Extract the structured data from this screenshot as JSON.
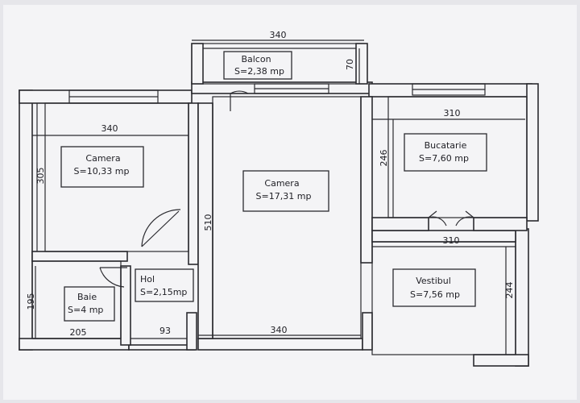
{
  "rooms": {
    "balcon": {
      "name": "Balcon",
      "area": "S=2,38 mp"
    },
    "camera1": {
      "name": "Camera",
      "area": "S=10,33 mp"
    },
    "camera2": {
      "name": "Camera",
      "area": "S=17,31 mp"
    },
    "bucatarie": {
      "name": "Bucatarie",
      "area": "S=7,60 mp"
    },
    "hol": {
      "name": "Hol",
      "area": "S=2,15mp"
    },
    "baie": {
      "name": "Baie",
      "area": "S=4 mp"
    },
    "vestibul": {
      "name": "Vestibul",
      "area": "S=7,56 mp"
    }
  },
  "dimensions": {
    "balcon_width": "340",
    "balcon_depth": "70",
    "camera1_width": "340",
    "camera1_depth": "305",
    "camera2_depth": "510",
    "camera2_width": "340",
    "bucatarie_width": "310",
    "bucatarie_depth": "246",
    "vestibul_width": "310",
    "vestibul_depth": "244",
    "baie_depth": "195",
    "baie_width": "205",
    "hol_width": "93"
  },
  "colors": {
    "paper": "#f4f4f6",
    "background": "#e6e6ea",
    "ink": "#2b2b30"
  }
}
